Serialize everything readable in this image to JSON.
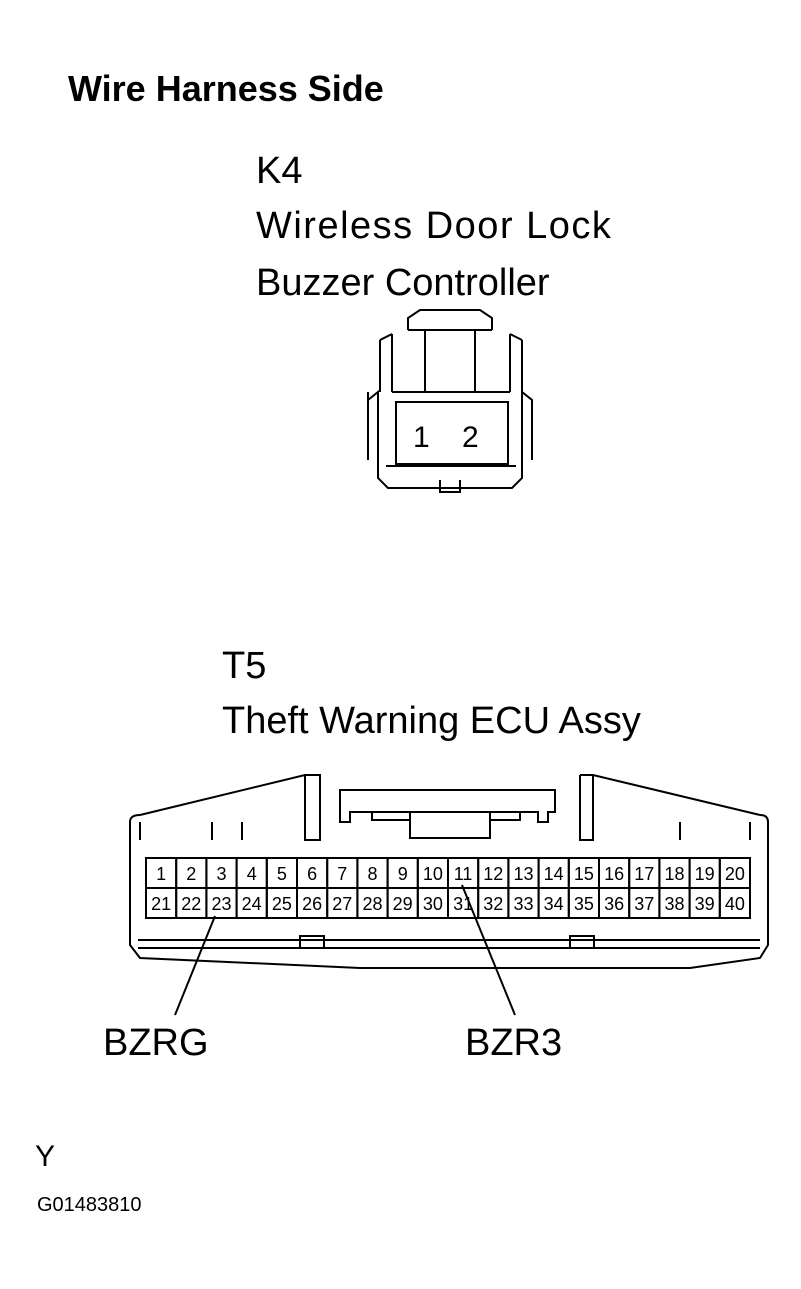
{
  "heading": "Wire Harness Side",
  "k4": {
    "code": "K4",
    "name_line1": "Wireless Door Lock",
    "name_line2": "Buzzer Controller",
    "pins": [
      "1",
      "2"
    ]
  },
  "t5": {
    "code": "T5",
    "name": "Theft Warning ECU Assy",
    "pins_row1": [
      "1",
      "2",
      "3",
      "4",
      "5",
      "6",
      "7",
      "8",
      "9",
      "10",
      "11",
      "12",
      "13",
      "14",
      "15",
      "16",
      "17",
      "18",
      "19",
      "20"
    ],
    "pins_row2": [
      "21",
      "22",
      "23",
      "24",
      "25",
      "26",
      "27",
      "28",
      "29",
      "30",
      "31",
      "32",
      "33",
      "34",
      "35",
      "36",
      "37",
      "38",
      "39",
      "40"
    ]
  },
  "callouts": {
    "bzrg": "BZRG",
    "bzr3": "BZR3"
  },
  "footer": {
    "letter": "Y",
    "figure_id": "G01483810"
  }
}
